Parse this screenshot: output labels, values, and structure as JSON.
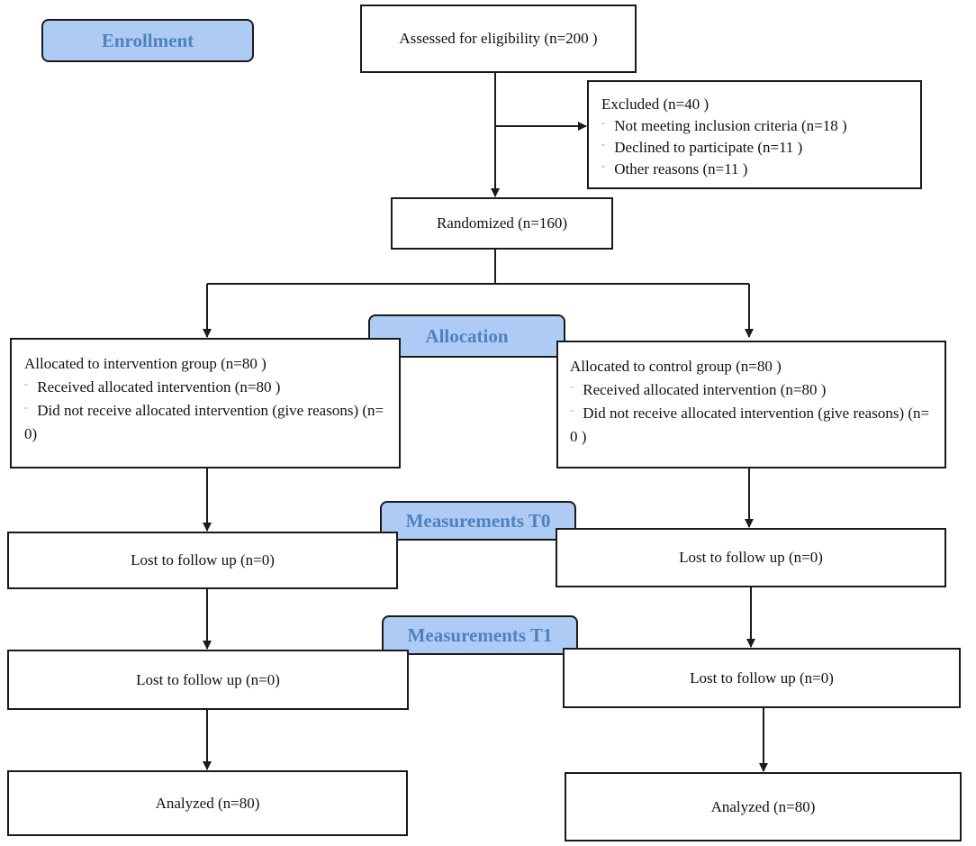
{
  "colors": {
    "stage_fill": "#aecbf5",
    "stage_text": "#4f81bd",
    "line": "#1a1a1a"
  },
  "stages": {
    "enrollment": "Enrollment",
    "allocation": "Allocation",
    "measurements_t0": "Measurements T0",
    "measurements_t1": "Measurements T1"
  },
  "assessed": "Assessed for eligibility (n=200 )",
  "excluded": {
    "title": "Excluded  (n=40 )",
    "items": [
      "Not meeting inclusion criteria (n=18 )",
      "Declined to participate (n=11   )",
      "Other reasons (n=11   )"
    ]
  },
  "randomized": "Randomized (n=160)",
  "intervention": {
    "title": "Allocated to intervention group (n=80 )",
    "received": "Received allocated intervention (n=80  )",
    "not_received": "Did not receive allocated intervention (give reasons) (n= 0)",
    "lost_t0": "Lost to follow up (n=0)",
    "lost_t1": "Lost to follow up (n=0)",
    "analyzed": "Analyzed (n=80)"
  },
  "control": {
    "title": "Allocated to  control group (n=80  )",
    "received": "Received allocated intervention (n=80  )",
    "not_received": "Did not receive allocated intervention (give reasons) (n= 0 )",
    "lost_t0": "Lost to follow up (n=0)",
    "lost_t1": "Lost to follow up (n=0)",
    "analyzed": "Analyzed (n=80)"
  }
}
